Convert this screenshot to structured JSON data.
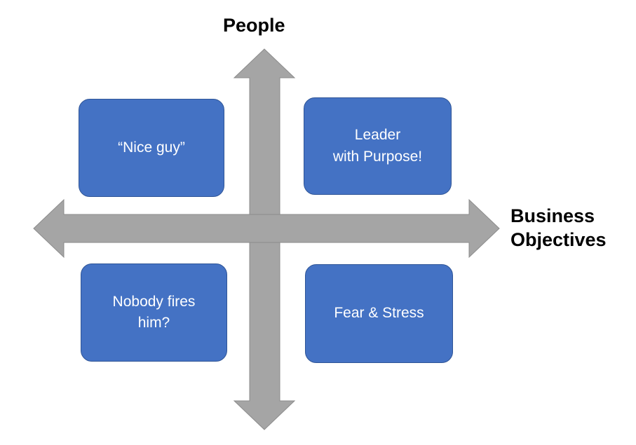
{
  "axes": {
    "vertical_label": "People",
    "horizontal_label_line1": "Business",
    "horizontal_label_line2": "Objectives"
  },
  "quadrants": {
    "top_left": {
      "text": "“Nice guy”"
    },
    "top_right": {
      "line1": "Leader",
      "line2": "with Purpose!"
    },
    "bottom_left": {
      "line1": "Nobody fires",
      "line2": "him?"
    },
    "bottom_right": {
      "text": "Fear & Stress"
    }
  },
  "colors": {
    "arrow_fill": "#a5a5a5",
    "arrow_stroke": "#8c8c8c",
    "box_fill": "#4472c4",
    "box_border": "#2f5597",
    "box_text": "#ffffff"
  }
}
